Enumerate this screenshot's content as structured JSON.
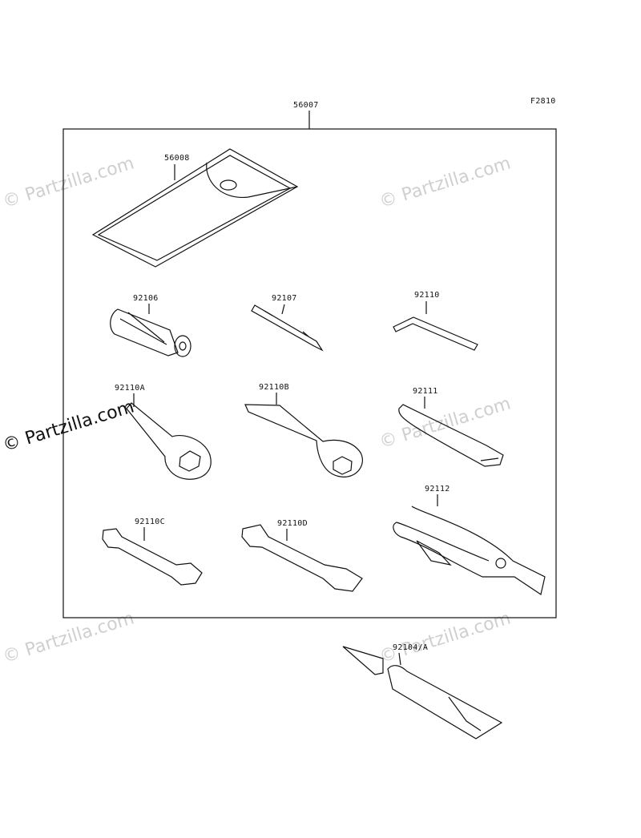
{
  "diagram_code": "F2810",
  "kit": {
    "part_number": "56007"
  },
  "parts": {
    "case": "56008",
    "tool_92106": "92106",
    "tool_92107": "92107",
    "tool_92110": "92110",
    "tool_92110A": "92110A",
    "tool_92110B": "92110B",
    "tool_92111": "92111",
    "tool_92110C": "92110C",
    "tool_92110D": "92110D",
    "tool_92112": "92112",
    "tool_92104A": "92104/A"
  },
  "watermark": {
    "text": "© Partzilla.com"
  }
}
